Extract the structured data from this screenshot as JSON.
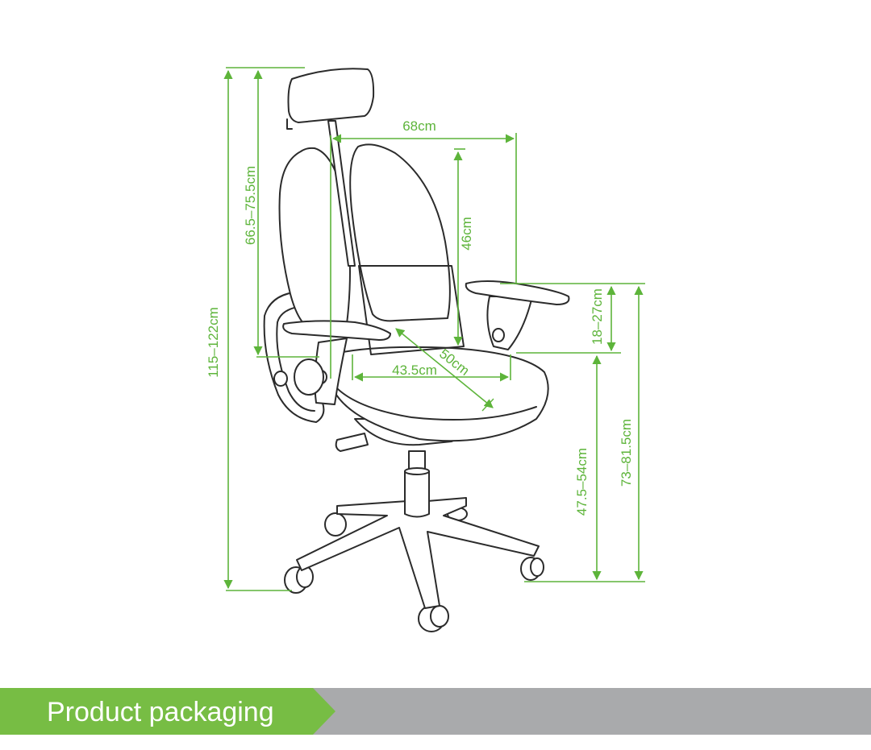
{
  "colors": {
    "accent_green": "#77bd44",
    "dimension_green": "#5db43a",
    "outline": "#2b2b2b",
    "banner_grey": "#a9aaac"
  },
  "dimensions": {
    "total_height": "115–122cm",
    "backrest_height": "66.5–75.5cm",
    "overall_width": "68cm",
    "back_panel_height": "46cm",
    "armrest_height": "18–27cm",
    "seat_depth": "50cm",
    "seat_width": "43.5cm",
    "seat_height": "47.5–54cm",
    "armrest_floor_height": "73–81.5cm"
  },
  "banner": {
    "title": "Product packaging"
  }
}
